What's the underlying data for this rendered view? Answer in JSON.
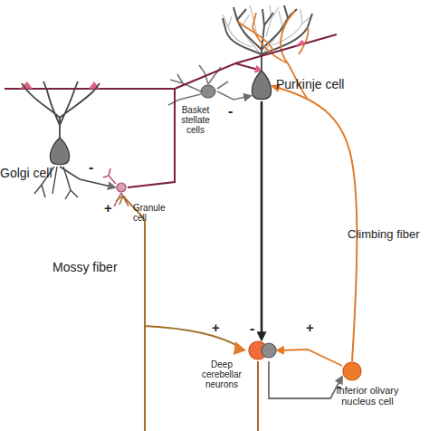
{
  "diagram": {
    "nodes": [
      {
        "text": [
          "Purkinje cell"
        ]
      },
      {
        "text": [
          "Basket stellate cells"
        ]
      },
      {
        "text": [
          "Golgi cell"
        ]
      },
      {
        "text": [
          "Granule cell"
        ]
      },
      {
        "text": [
          "Deep cerebellar neurons"
        ]
      },
      {
        "text": [
          "Inferior olivary nucleus cell"
        ]
      }
    ],
    "edges": [
      {
        "from": 5,
        "to": 0,
        "label": "Climbing fiber",
        "arrow": "to"
      },
      {
        "from": 0,
        "to": 4,
        "arrow": "to"
      },
      {
        "from": 5,
        "to": 4,
        "arrow": "to"
      },
      {
        "from": 4,
        "to": 5,
        "arrow": "to"
      },
      {
        "from": 3,
        "to": 0,
        "arrow": "to"
      },
      {
        "from": 2,
        "to": 3,
        "arrow": "to"
      },
      {
        "from": 1,
        "to": 0,
        "arrow": "to"
      }
    ],
    "labels": [
      "Mossy fiber",
      "-",
      "-",
      "-",
      "-",
      "+",
      "+",
      "+"
    ]
  }
}
